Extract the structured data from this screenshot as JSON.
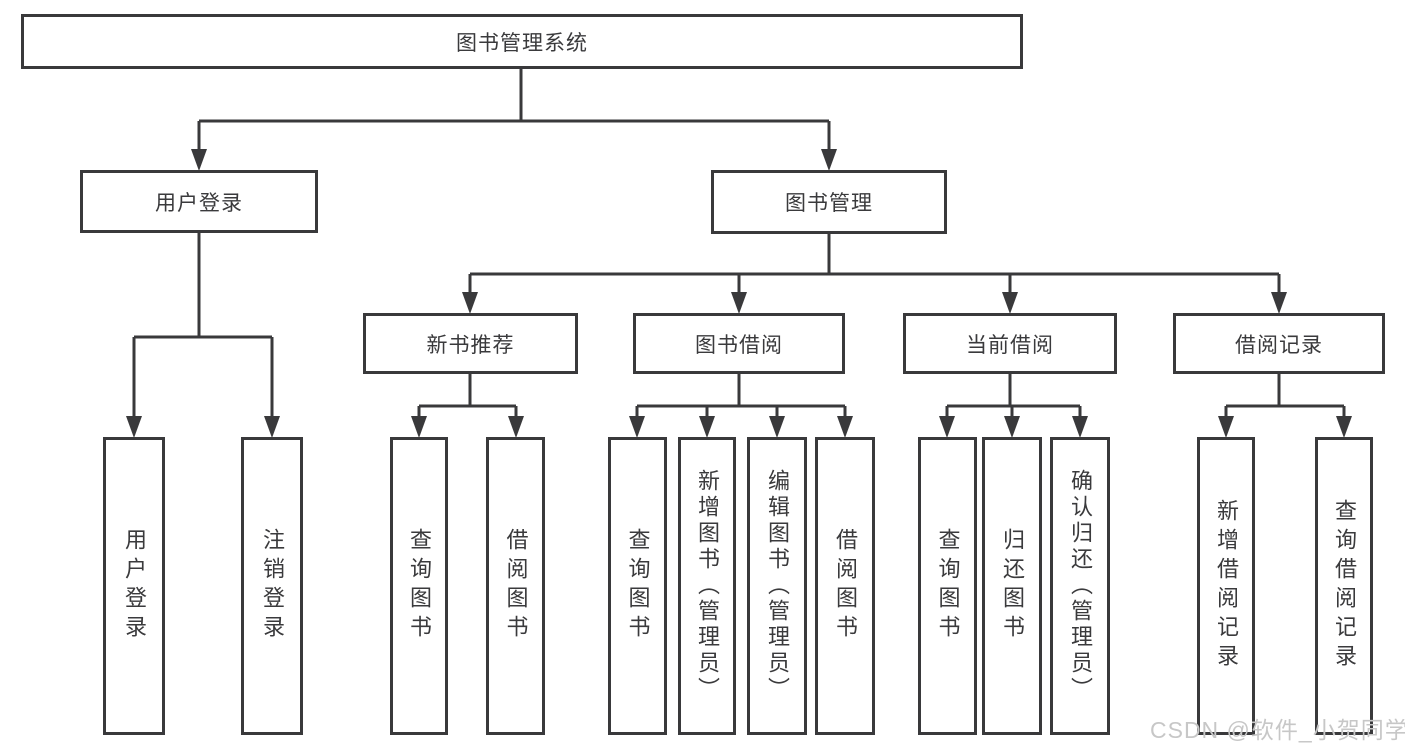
{
  "tree": {
    "root": "图书管理系统",
    "children": [
      {
        "label": "用户登录",
        "children": [
          {
            "label": "用户登录"
          },
          {
            "label": "注销登录"
          }
        ]
      },
      {
        "label": "图书管理",
        "children": [
          {
            "label": "新书推荐",
            "children": [
              {
                "label": "查询图书"
              },
              {
                "label": "借阅图书"
              }
            ]
          },
          {
            "label": "图书借阅",
            "children": [
              {
                "label": "查询图书"
              },
              {
                "label": "新增图书（管理员）"
              },
              {
                "label": "编辑图书（管理员）"
              },
              {
                "label": "借阅图书"
              }
            ]
          },
          {
            "label": "当前借阅",
            "children": [
              {
                "label": "查询图书"
              },
              {
                "label": "归还图书"
              },
              {
                "label": "确认归还（管理员）"
              }
            ]
          },
          {
            "label": "借阅记录",
            "children": [
              {
                "label": "新增借阅记录"
              },
              {
                "label": "查询借阅记录"
              }
            ]
          }
        ]
      }
    ]
  },
  "watermark": {
    "text": "CSDN @软件_小贺同学"
  },
  "colors": {
    "line": "#39393b",
    "node_border": "#39393b",
    "node_text": "#3a3a3c",
    "watermark": "#c7c7c7",
    "background": "#ffffff"
  }
}
